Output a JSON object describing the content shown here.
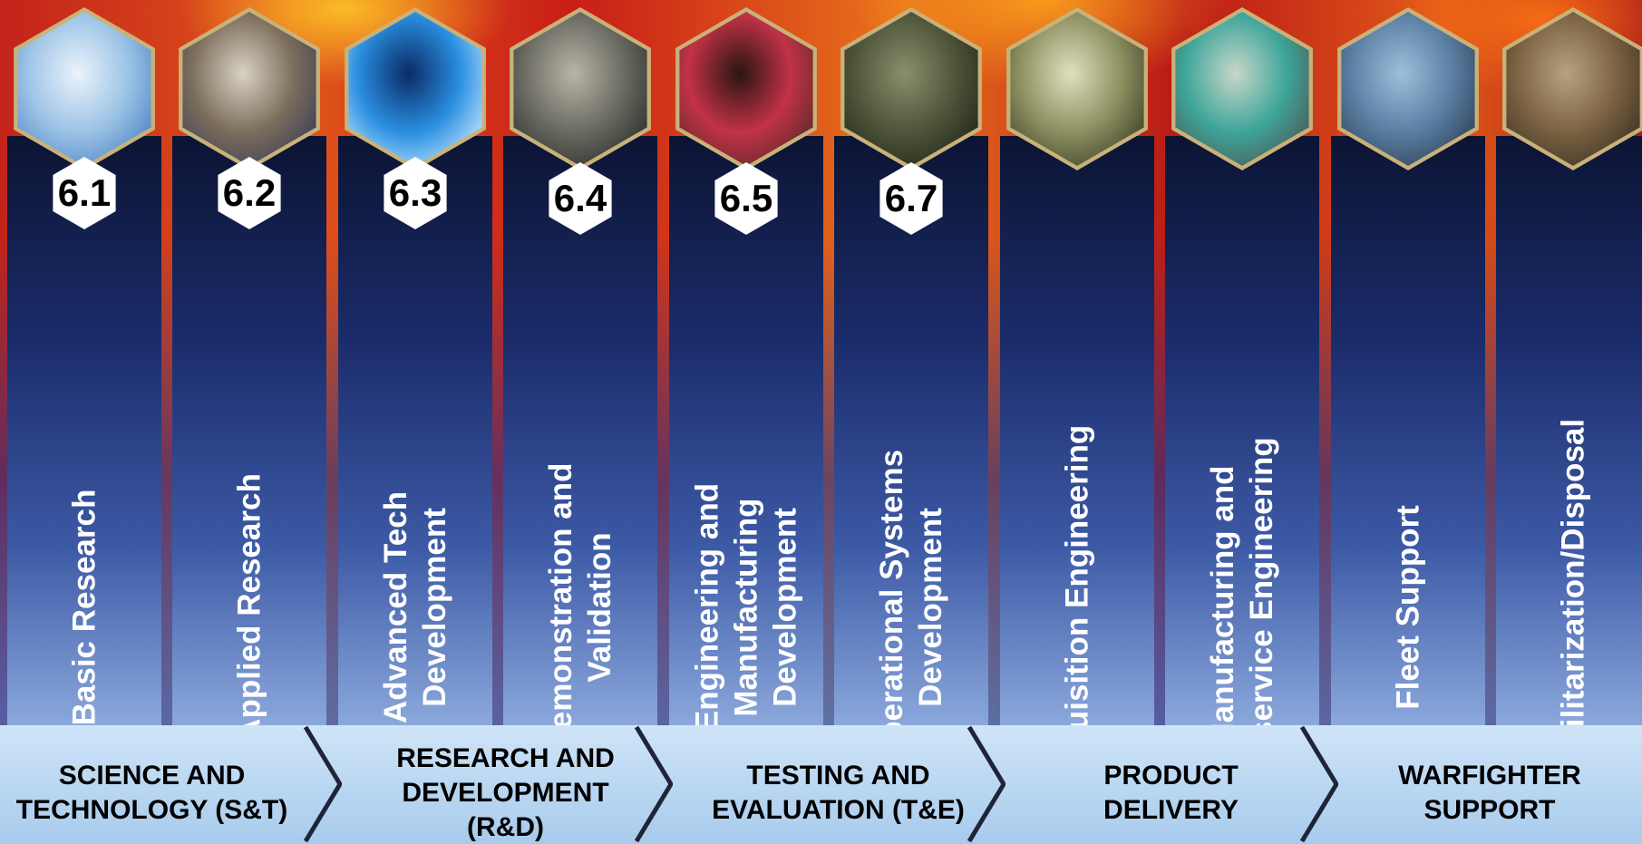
{
  "columns": [
    {
      "label": "Basic Research",
      "badge": "6.1",
      "photo": "molecules-photo"
    },
    {
      "label": "Applied Research",
      "badge": "6.2",
      "photo": "lab-scientist-photo"
    },
    {
      "label": "Advanced Tech\nDevelopment",
      "badge": "6.3",
      "photo": "digital-globe-photo"
    },
    {
      "label": "Demonstration and\nValidation",
      "badge": "6.4",
      "photo": "test-chamber-photo"
    },
    {
      "label": "Engineering and\nManufacturing\nDevelopment",
      "badge": "6.5",
      "photo": "engineer-laser-photo"
    },
    {
      "label": "Operational Systems\nDevelopment",
      "badge": "6.7",
      "photo": "bomb-suit-photo"
    },
    {
      "label": "Acquisition Engineering",
      "badge": "",
      "photo": "missile-launch-photo"
    },
    {
      "label": "Manufacturing and\nIn-service Engineering",
      "badge": "",
      "photo": "manufacturing-worker-photo"
    },
    {
      "label": "Fleet Support",
      "badge": "",
      "photo": "warship-launch-photo"
    },
    {
      "label": "Demilitarization/Disposal",
      "badge": "",
      "photo": "demolition-photo"
    }
  ],
  "phases": [
    {
      "label": "SCIENCE AND\nTECHNOLOGY (S&T)"
    },
    {
      "label": "RESEARCH AND\nDEVELOPMENT (R&D)"
    },
    {
      "label": "TESTING AND\nEVALUATION (T&E)"
    },
    {
      "label": "PRODUCT\nDELIVERY"
    },
    {
      "label": "WARFIGHTER\nSUPPORT"
    }
  ],
  "colors": {
    "column_top": "#0c1433",
    "column_bottom": "#8ba8dc",
    "banner": "#b7d5f1",
    "hex_border": "#c9b27a",
    "label_text": "#ffffff",
    "phase_text": "#000000"
  }
}
